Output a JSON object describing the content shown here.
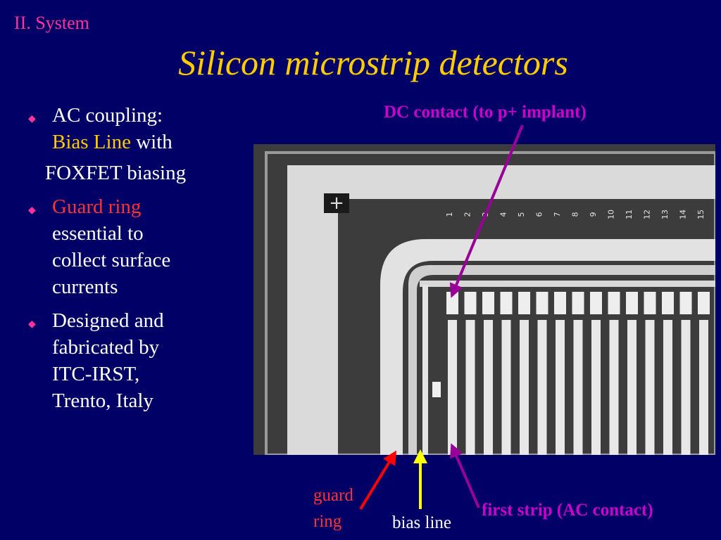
{
  "header": {
    "section": "II. System",
    "title": "Silicon microstrip detectors"
  },
  "bullets": [
    {
      "parts": [
        "AC coupling:",
        "Bias Line",
        "with",
        "FOXFET biasing"
      ]
    },
    {
      "parts": [
        "Guard ring",
        "essential to",
        "collect surface",
        "currents"
      ]
    },
    {
      "parts": [
        "Designed and",
        "fabricated by",
        "ITC-IRST,",
        "Trento, Italy"
      ]
    }
  ],
  "photo": {
    "strip_numbers": [
      "1",
      "2",
      "3",
      "4",
      "5",
      "6",
      "7",
      "8",
      "9",
      "10",
      "11",
      "12",
      "13",
      "14",
      "15"
    ]
  },
  "labels": {
    "dc_contact": "DC contact (to p+ implant)",
    "first_strip": "first strip (AC contact)",
    "guard_ring_1": "guard",
    "guard_ring_2": "ring",
    "bias_line": "bias line"
  },
  "colors": {
    "background": "#000066",
    "title": "#ffcc00",
    "section": "#ff3399",
    "accent_yellow": "#ffcc00",
    "accent_red": "#ff3333",
    "annotation_purple": "#cc00cc",
    "arrow_purple": "#990099"
  }
}
